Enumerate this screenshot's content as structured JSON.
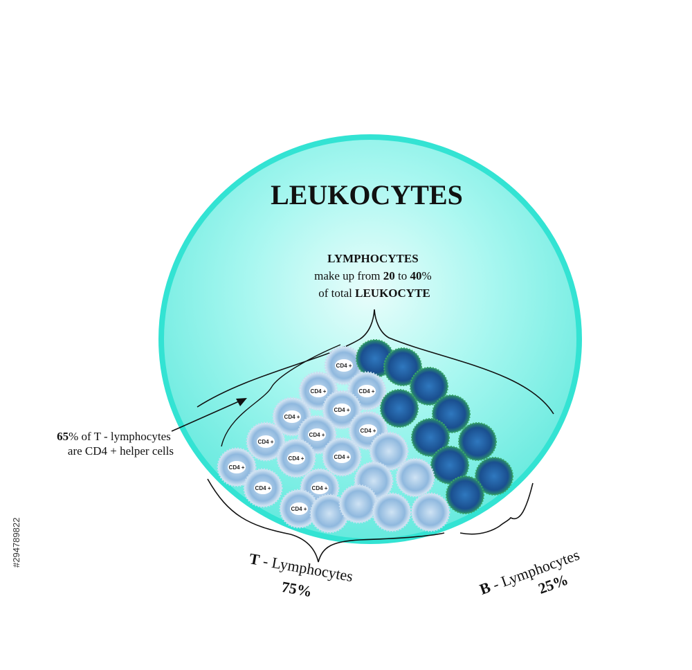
{
  "title": "LEUKOCYTES",
  "lymphocytes_note": {
    "line1": "LYMPHOCYTES",
    "line2_pre": "make up from ",
    "line2_a": "20",
    "line2_mid": " to ",
    "line2_b": "40",
    "line2_post": "%",
    "line3_pre": "of total ",
    "line3_bold": "LEUKOCYTE"
  },
  "cd4_note": {
    "line1_bold": "65",
    "line1_rest": "% of T - lymphocytes",
    "line2": "are CD4 + helper cells"
  },
  "t_label": {
    "letter": "T",
    "text": " - Lymphocytes",
    "percent": "75%"
  },
  "b_label": {
    "letter": "B",
    "text": " - Lymphocytes",
    "percent": "25%"
  },
  "cell_label": "CD4 +",
  "side_text": "#294789822",
  "colors": {
    "cell_fill": "#7ff5ea",
    "cell_border": "#2de6d6",
    "t_cell": "#9ec4e6",
    "t_cell_core": "#ffffff",
    "b_cell": "#1f5fa3",
    "b_cell_ring": "#3aa66a"
  }
}
